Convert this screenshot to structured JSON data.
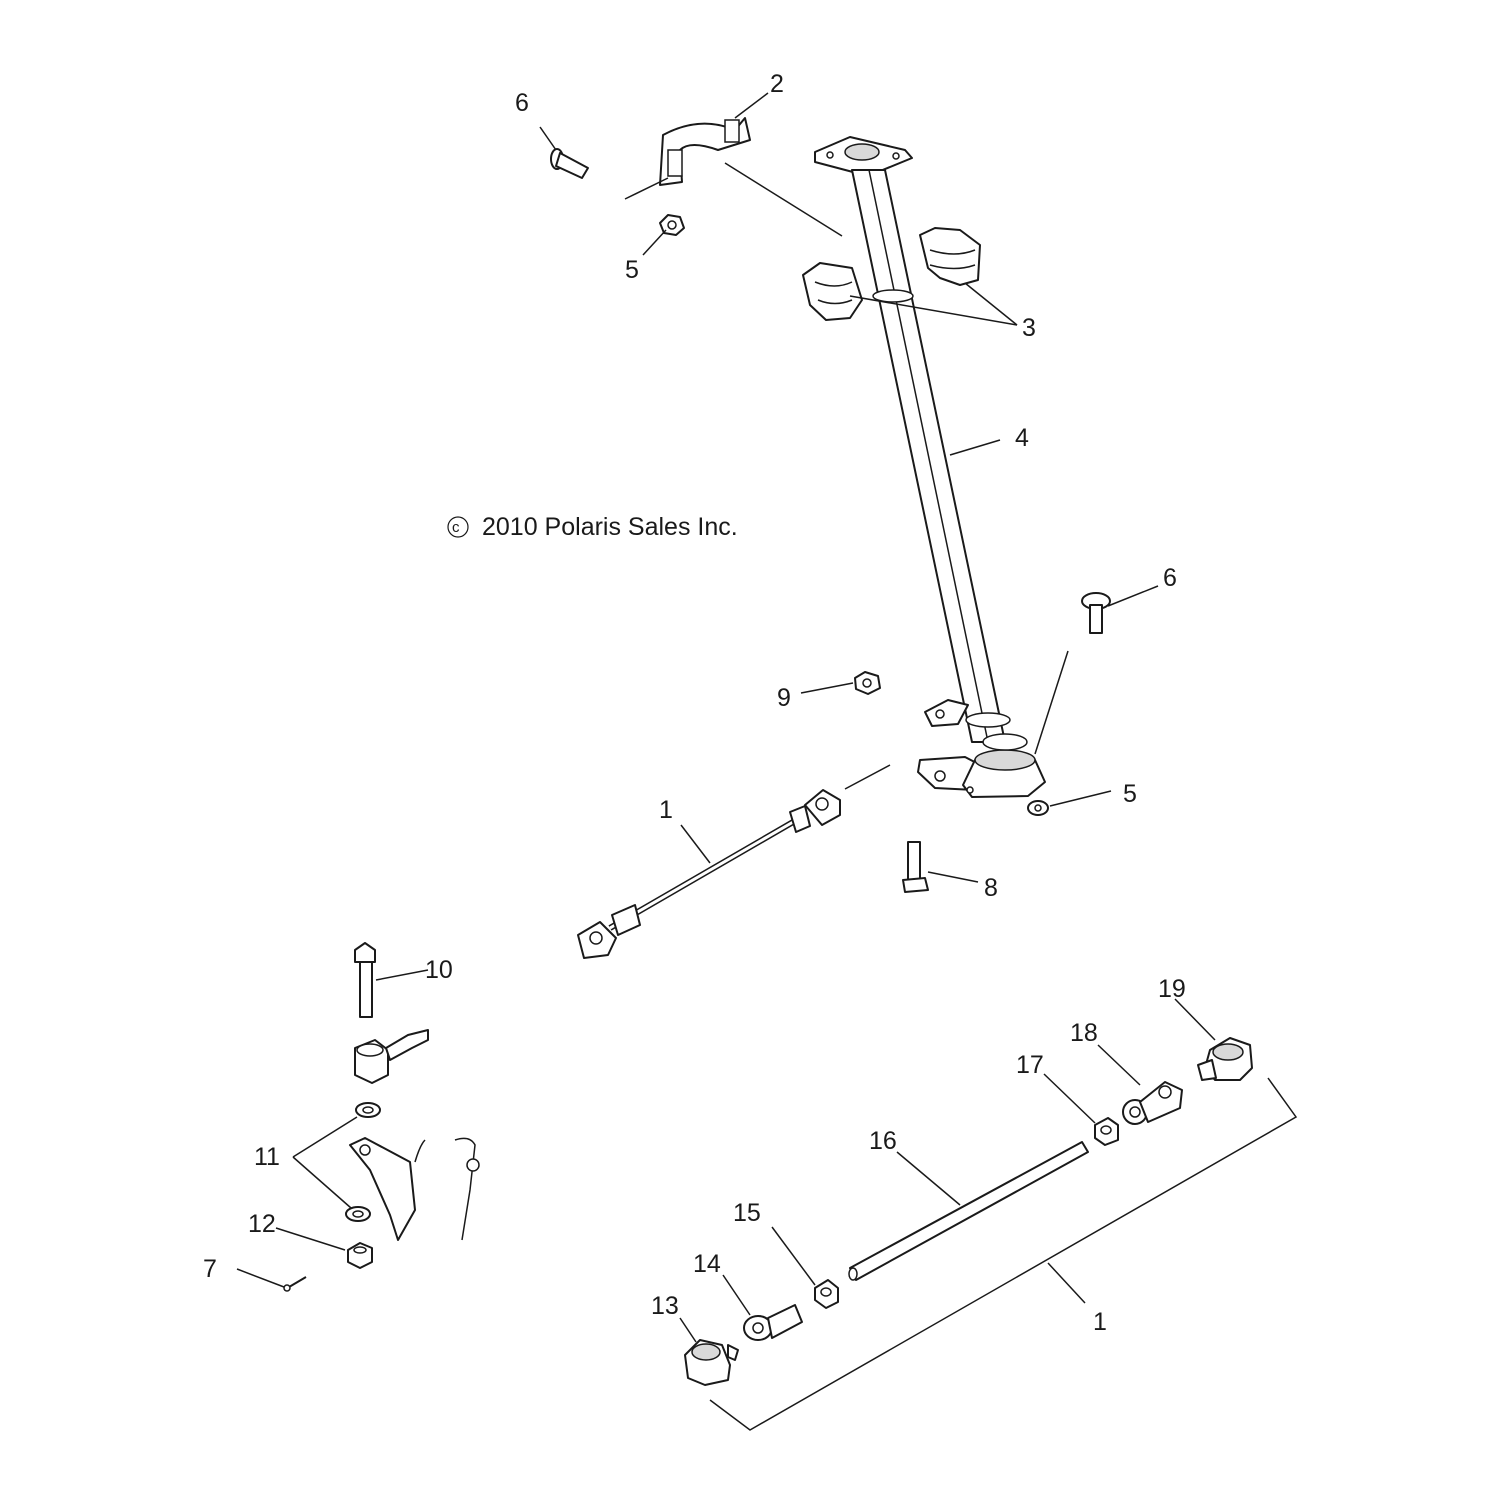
{
  "copyright": "2010 Polaris Sales Inc.",
  "copyright_symbol": "c",
  "callouts": {
    "c1_rod": "1",
    "c1_kit": "1",
    "c2": "2",
    "c3": "3",
    "c4": "4",
    "c5_top": "5",
    "c5_bottom": "5",
    "c6_top": "6",
    "c6_right": "6",
    "c7": "7",
    "c8": "8",
    "c9": "9",
    "c10": "10",
    "c11": "11",
    "c12": "12",
    "c13": "13",
    "c14": "14",
    "c15": "15",
    "c16": "16",
    "c17": "17",
    "c18": "18",
    "c19": "19"
  }
}
